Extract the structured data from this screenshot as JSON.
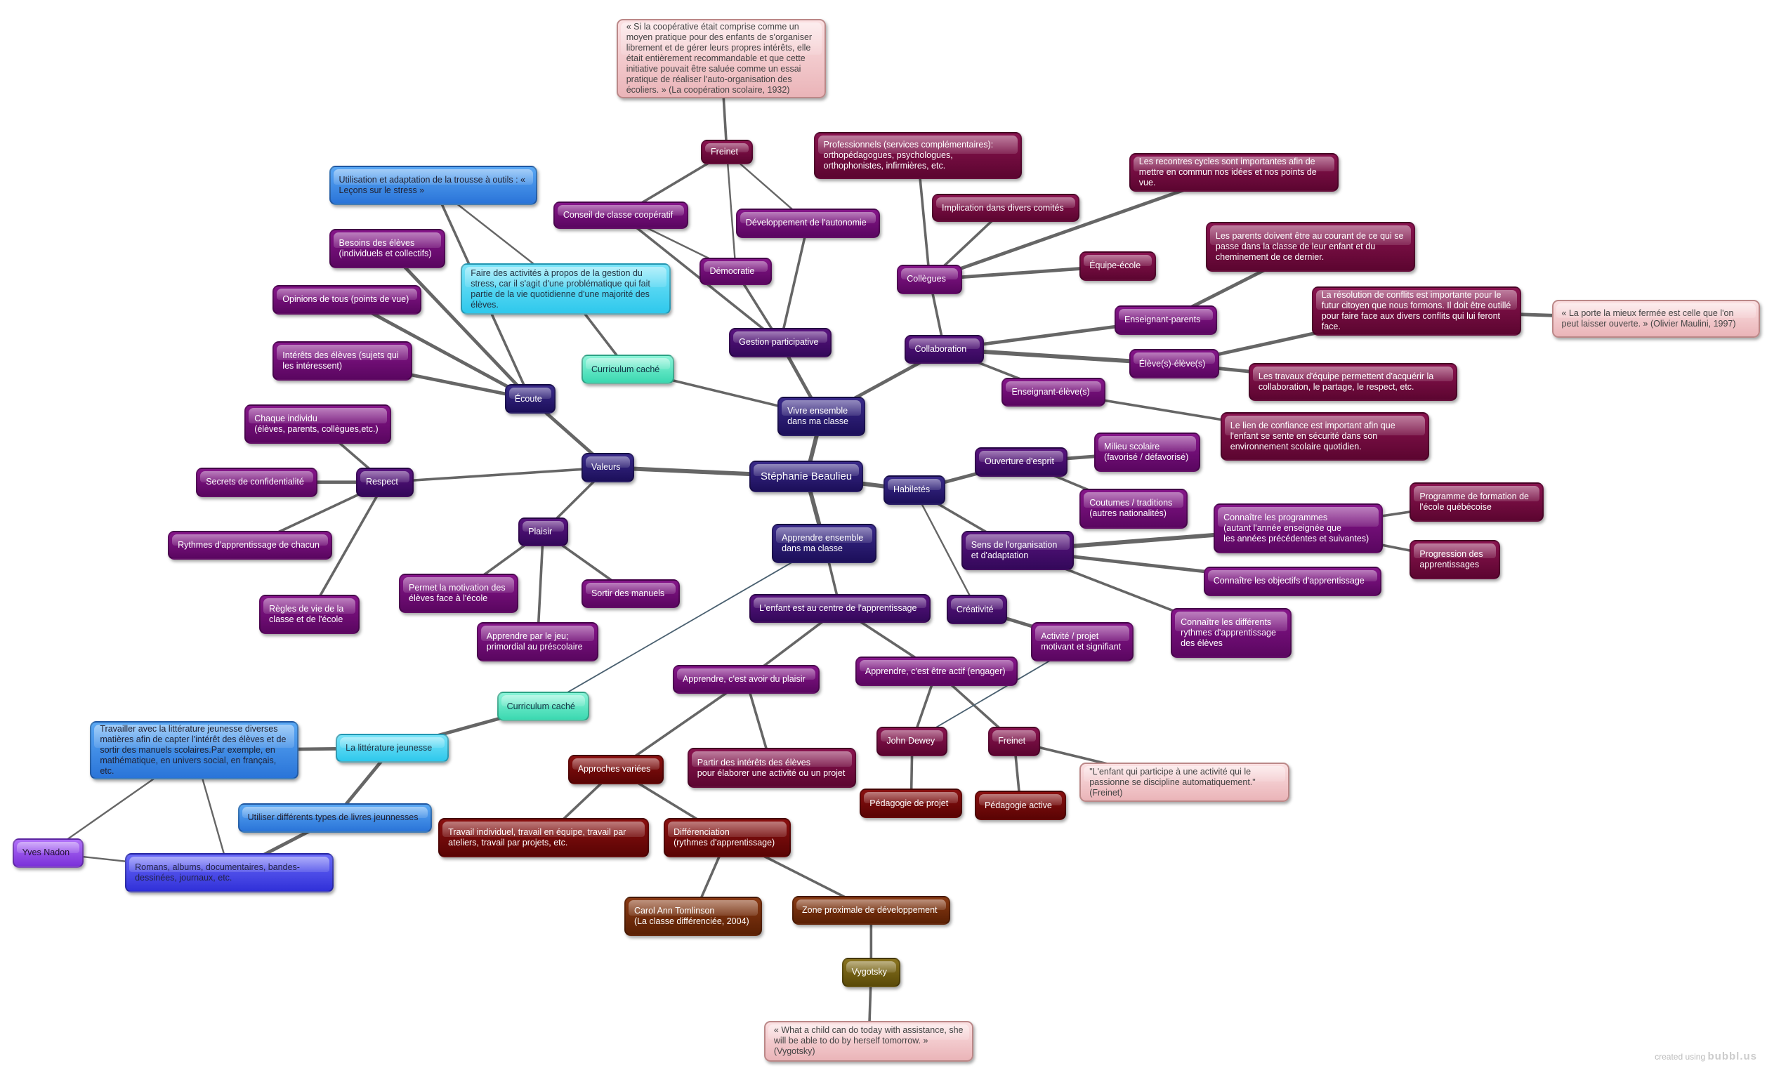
{
  "nodes": {
    "quote_freinet": "« Si la coopérative était comprise comme un moyen pratique pour des enfants de s'organiser librement et de gérer leurs propres intérêts, elle était entièrement recommandable et que cette initiative pouvait être saluée comme un essai pratique de réaliser l'auto-organisation des écoliers. » (La coopération scolaire, 1932)",
    "freinet1": "Freinet",
    "conseil": "Conseil de classe coopératif",
    "dev_autonomie": "Développement de l'autonomie",
    "democratie": "Démocratie",
    "gestion": "Gestion participative",
    "professionnels": "Professionnels (services complémentaires):\northopédagogues, psychologues,\northophonistes, infirmières, etc.",
    "implication": "Implication dans divers comités",
    "recontres": "Les recontres cycles sont importantes afin de mettre en commun nos idées et nos points de vue.",
    "colleagues": "Collègues",
    "equipe": "Équipe-école",
    "parents_doivent": "Les parents doivent être au courant de ce qui se passe dans la classe de leur enfant et du cheminement de ce dernier.",
    "ens_parents": "Enseignant-parents",
    "resolution": "La résolution de conflits est importante pour le futur citoyen que nous formons. Il doit être outillé pour faire face aux divers conflits qui lui feront face.",
    "porte": "« La porte la mieux fermée est celle que l'on peut laisser ouverte. » (Olivier Maulini, 1997)",
    "collaboration": "Collaboration",
    "eleves": "Élève(s)-élève(s)",
    "travaux": "Les travaux d'équipe permettent d'acquérir la collaboration, le partage, le respect, etc.",
    "ens_eleve": "Enseignant-élève(s)",
    "lien": "Le lien de confiance est important afin que l'enfant se sente en sécurité dans son environnement scolaire quotidien.",
    "vivre": "Vivre ensemble\ndans ma classe",
    "stephanie": "Stéphanie Beaulieu",
    "habiletes": "Habiletés",
    "ouverture": "Ouverture d'esprit",
    "milieu": "Milieu scolaire\n(favorisé / défavorisé)",
    "coutumes": "Coutumes / traditions\n(autres nationalités)",
    "sens": "Sens de l'organisation\net d'adaptation",
    "connaitre_prog": "Connaître les programmes\n(autant l'année enseignée que\nles années précédentes et suivantes)",
    "programme": "Programme de formation de l'école québécoise",
    "progression": "Progression des apprentissages",
    "objectifs": "Connaître les objectifs d'apprentissage",
    "rythmes_diff": "Connaître les différents\nrythmes d'apprentissage\ndes élèves",
    "creativite": "Créativité",
    "activite": "Activité / projet\nmotivant et signifiant",
    "apprendre_ens": "Apprendre ensemble\ndans ma classe",
    "enfant_centre": "L'enfant est au centre de l'apprentissage",
    "plaisir_avoir": "Apprendre, c'est avoir du plaisir",
    "actif": "Apprendre, c'est être actif (engager)",
    "john_dewey": "John Dewey",
    "freinet2": "Freinet",
    "enfant_participe": "\"L'enfant qui participe à une activité qui le passionne se discipline automatiquement.\"(Freinet)",
    "ped_projet": "Pédagogie de projet",
    "ped_active": "Pédagogie active",
    "partir": "Partir des intérêts des élèves\npour élaborer une activité ou un projet",
    "approches": "Approches variées",
    "travail_indiv": "Travail individuel, travail en équipe, travail par ateliers, travail par projets, etc.",
    "differenciation": "Différenciation\n(rythmes d'apprentissage)",
    "carol": "Carol Ann Tomlinson\n(La classe différenciée, 2004)",
    "zone": "Zone proximale de développement",
    "vygotsky": "Vygotsky",
    "quote_vygotsky": "« What a child can do today with assistance, she will be able to do by herself tomorrow. » (Vygotsky)",
    "valeurs": "Valeurs",
    "ecoute": "Écoute",
    "plaisir": "Plaisir",
    "respect": "Respect",
    "besoins": "Besoins des élèves\n(individuels et collectifs)",
    "opinions": "Opinions de tous (points de vue)",
    "interets": "Intérêts des élèves (sujets qui les intéressent)",
    "chaque": "Chaque individu\n(élèves, parents, collègues,etc.)",
    "secrets": "Secrets de confidentialité",
    "rythmes_chacun": "Rythmes d'apprentissage de chacun",
    "regles": "Règles de vie de la classe et de l'école",
    "permet": "Permet la motivation des élèves face à l'école",
    "sortir": "Sortir des manuels",
    "apprendre_jeu": "Apprendre par le jeu;\nprimordial au préscolaire",
    "utilisation": "Utilisation et adaptation de la trousse à outils : « Leçons sur le stress »",
    "faire_activites": "Faire des activités à propos de la gestion du stress, car il s'agit d'une problématique qui fait partie de la vie quotidienne d'une majorité des élèves.",
    "curriculum1": "Curriculum caché",
    "curriculum2": "Curriculum caché",
    "litterature": "La littérature jeunesse",
    "travailler": "Travailler avec la littérature jeunesse diverses matières afin de capter l'intérêt des élèves et de sortir des manuels scolaires.Par exemple, en mathématique, en univers social, en français, etc.",
    "utiliser": "Utiliser différents types de livres jeunnesses",
    "romans": "Romans, albums, documentaires, bandes-dessinées, journaux, etc.",
    "yves": "Yves Nadon"
  },
  "footer": {
    "created_prefix": "created using",
    "brand": "bubbl.us"
  }
}
